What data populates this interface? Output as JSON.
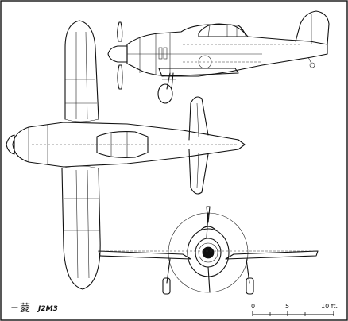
{
  "caption": {
    "manufacturer_jp": "三菱",
    "model": "J2M3"
  },
  "scale_bar": {
    "ticks": [
      "0",
      "5",
      "10 ft."
    ]
  }
}
